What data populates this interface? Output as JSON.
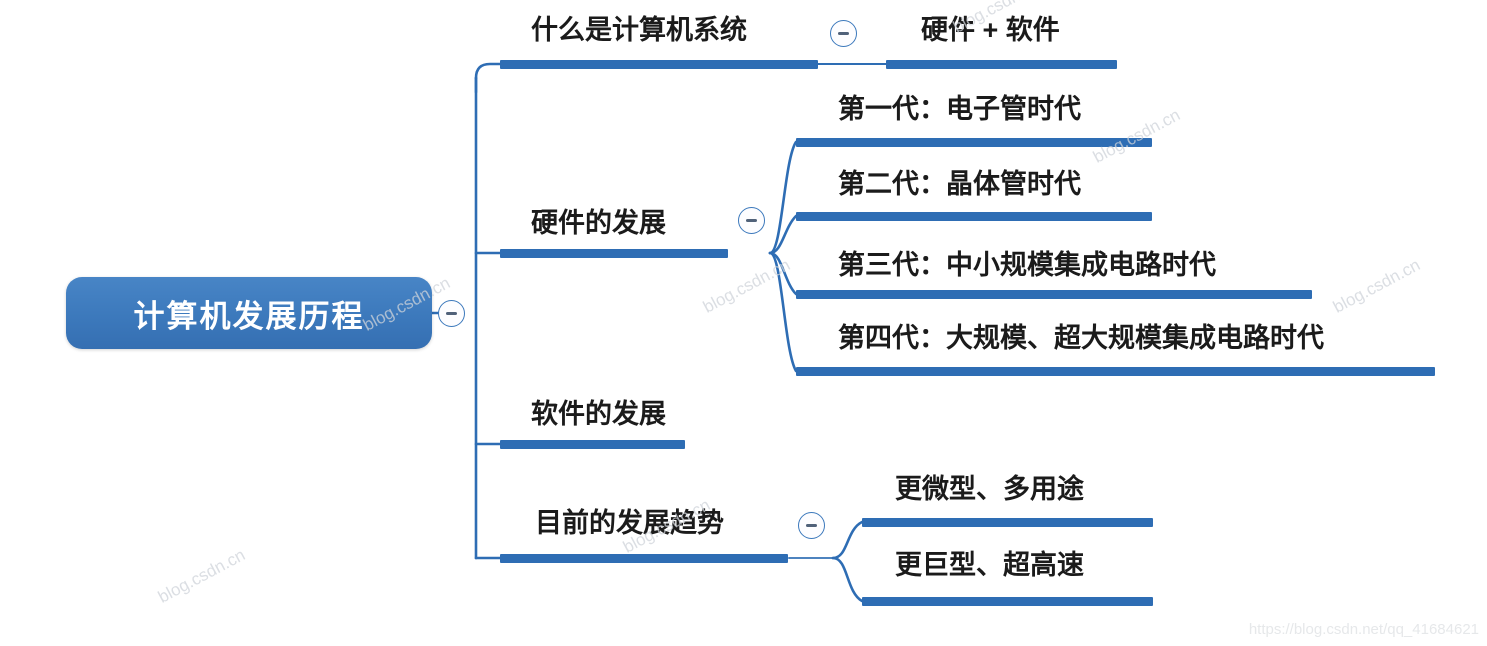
{
  "diagram": {
    "type": "mind-map",
    "title": "计算机发展历程",
    "colors": {
      "bar": "#2E6DB4",
      "root_fill": "#3C79BC",
      "root_text": "#FFFFFF",
      "edge": "#2E6DB4",
      "topic_text": "#1B1B1B",
      "toggle_border": "#3C79BC",
      "background": "#FFFFFF"
    },
    "root": {
      "label": "计算机发展历程",
      "toggle": "collapse-minus"
    },
    "branches": [
      {
        "label": "什么是计算机系统",
        "toggle": "collapse-minus",
        "children": [
          {
            "label": "硬件 + 软件"
          }
        ]
      },
      {
        "label": "硬件的发展",
        "toggle": "collapse-minus",
        "children": [
          {
            "label": "第一代：电子管时代"
          },
          {
            "label": "第二代：晶体管时代"
          },
          {
            "label": "第三代：中小规模集成电路时代"
          },
          {
            "label": "第四代：大规模、超大规模集成电路时代"
          }
        ]
      },
      {
        "label": "软件的发展",
        "toggle": null,
        "children": []
      },
      {
        "label": "目前的发展趋势",
        "toggle": "collapse-minus",
        "children": [
          {
            "label": "更微型、多用途"
          },
          {
            "label": "更巨型、超高速"
          }
        ]
      }
    ]
  },
  "watermark": {
    "footer": "https://blog.csdn.net/qq_41684621",
    "tile": "blog.csdn.cn"
  }
}
